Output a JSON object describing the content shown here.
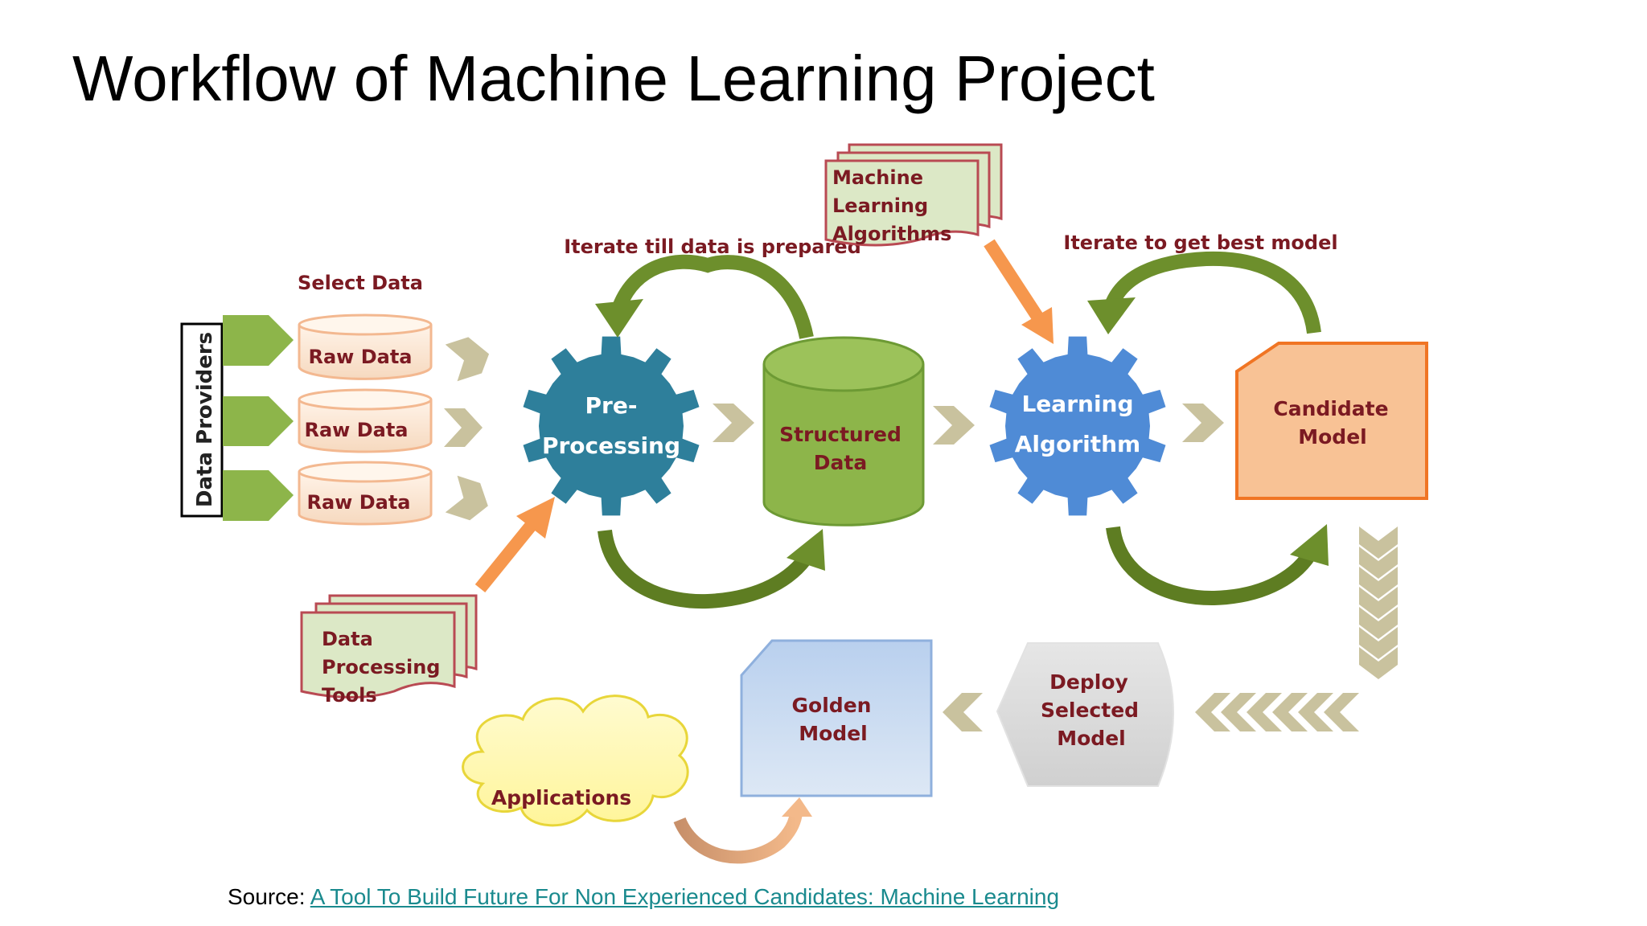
{
  "title": "Workflow of Machine Learning Project",
  "diagram": {
    "data_providers": "Data Providers",
    "select_data": "Select Data",
    "raw_data": [
      "Raw Data",
      "Raw Data",
      "Raw Data"
    ],
    "pre_processing": [
      "Pre-",
      "Processing"
    ],
    "structured_data": [
      "Structured",
      "Data"
    ],
    "learning_algorithm": [
      "Learning",
      "Algorithm"
    ],
    "candidate_model": [
      "Candidate",
      "Model"
    ],
    "iterate_data": "Iterate till data is prepared",
    "iterate_model": "Iterate to get best model",
    "ml_algorithms": [
      "Machine",
      "Learning",
      "Algorithms"
    ],
    "data_processing_tools": [
      "Data",
      "Processing",
      "Tools"
    ],
    "deploy_selected_model": [
      "Deploy",
      "Selected",
      "Model"
    ],
    "golden_model": [
      "Golden",
      "Model"
    ],
    "applications": "Applications"
  },
  "source": {
    "label": "Source:",
    "link_text": "A Tool To Build Future For Non Experienced Candidates: Machine Learning"
  },
  "colors": {
    "label_text": "#7b1a22",
    "gear_teal": "#2e7f9b",
    "gear_blue": "#4f8bd6",
    "structured_green": "#8db54a",
    "candidate_orange": "#f8c295",
    "golden_blue": "#c5d8ee",
    "orange_arrow": "#f6974d",
    "chevron_tan": "#c9c29e",
    "link": "#1a8a8e"
  }
}
